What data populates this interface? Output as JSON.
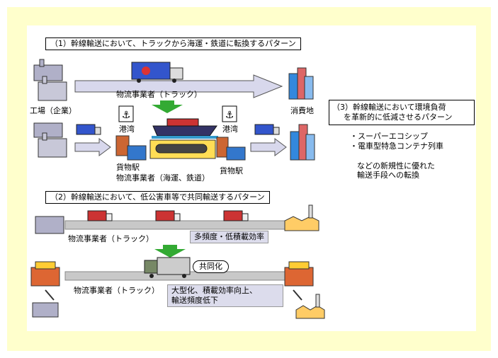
{
  "pattern1": {
    "title": "（1）幹線輸送において、トラックから海運・鉄道に転換するパターン",
    "factory_label": "工場（企業）",
    "consumer_label": "消費地",
    "truck_operator": "物流事業者（トラック）",
    "port_left": "港湾",
    "port_right": "港湾",
    "freight_left": "貨物駅",
    "freight_right": "貨物駅",
    "sea_rail_operator": "物流事業者（海運、鉄道）"
  },
  "pattern3": {
    "title_line1": "（3）幹線輸送において環境負荷",
    "title_line2": "を革新的に低減させるパターン",
    "item1": "・スーパーエコシップ",
    "item2": "・電車型特急コンテナ列車",
    "note_line1": "などの新規性に優れた",
    "note_line2": "輸送手段への転換"
  },
  "pattern2": {
    "title": "（2）幹線輸送において、低公害車等で共同輸送するパターン",
    "truck_operator_top": "物流事業者（トラック）",
    "frequency_box": "多頻度・低積載効率",
    "joint_label": "共同化",
    "truck_operator_bottom": "物流事業者（トラック）",
    "improve_line1": "大型化、積載効率向上、",
    "improve_line2": "輸送頻度低下"
  },
  "colors": {
    "background_frame": "#ffffcc",
    "arrow_fill": "#d8d8ec",
    "green_arrow": "#33aa33"
  }
}
